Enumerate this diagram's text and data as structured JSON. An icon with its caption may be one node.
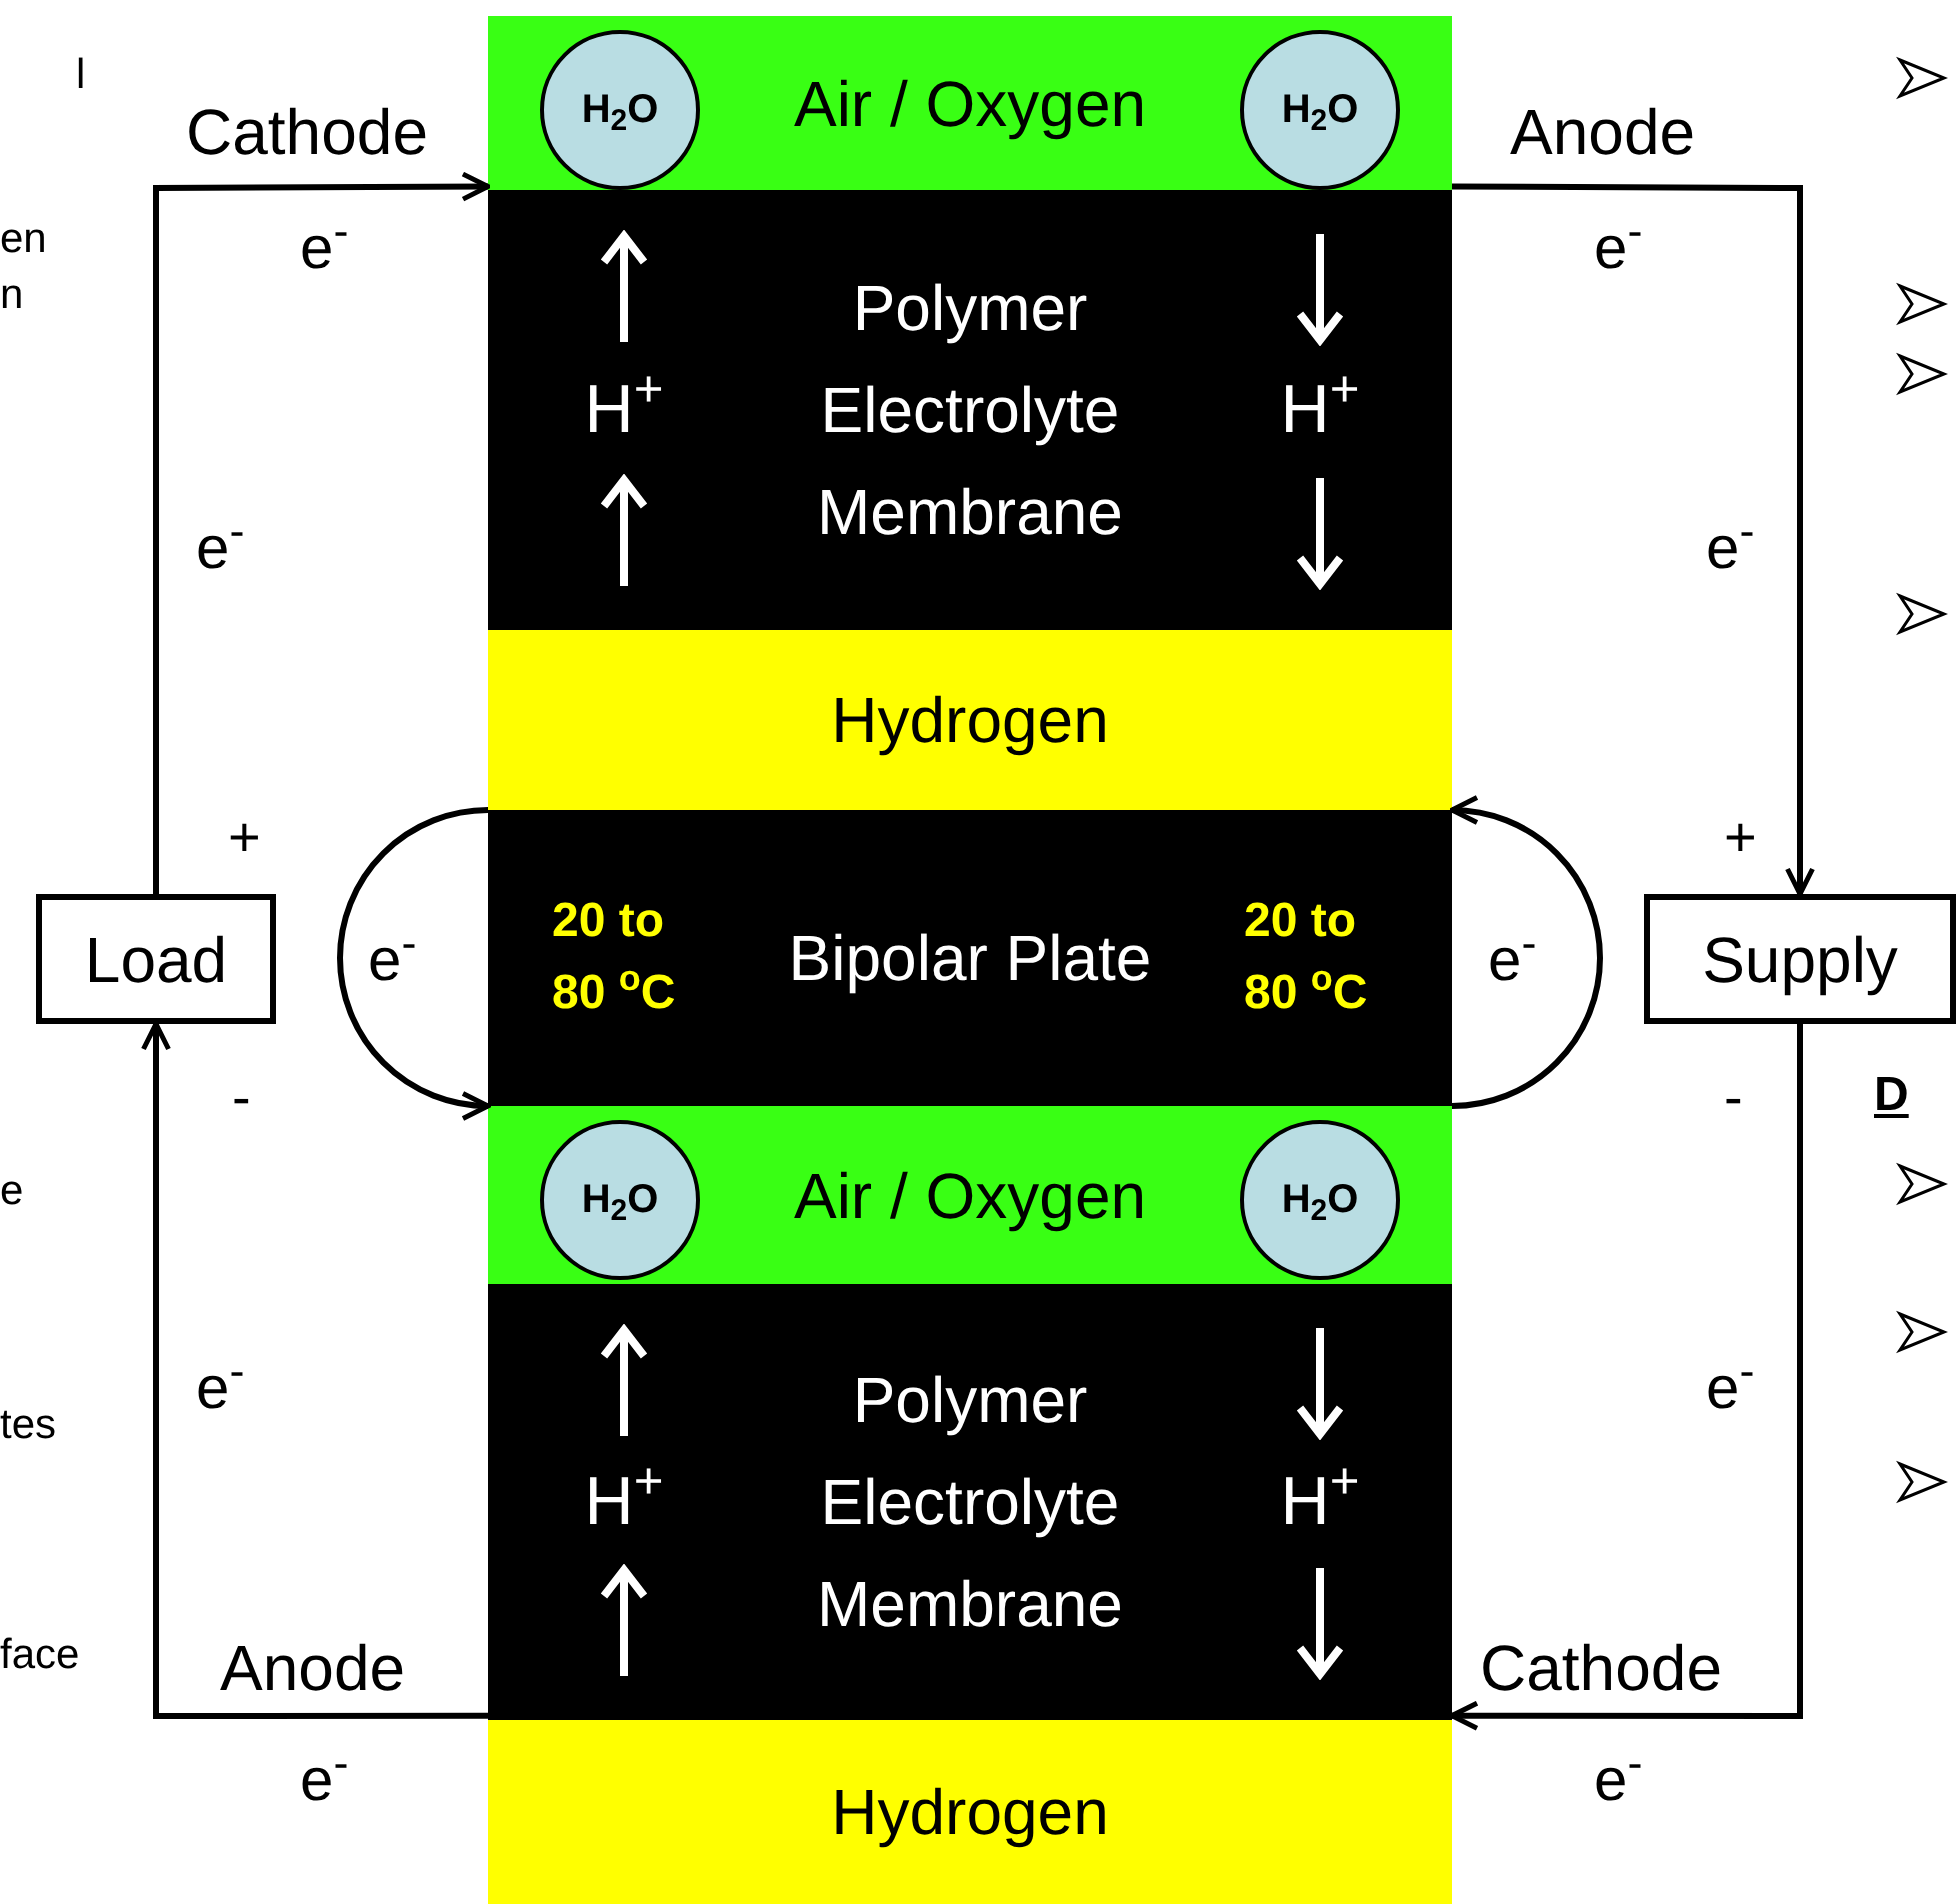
{
  "diagram": {
    "nodes": [
      {
        "text": [
          "Air / Oxygen"
        ]
      },
      {
        "text": [
          "H$_{2}$O"
        ],
        "in": 0
      },
      {
        "text": [
          "H$_{2}$O"
        ],
        "in": 0
      },
      {
        "text": [
          "H$^{+}$",
          "Polymer Electrolyte Membrane",
          "H$^{+}$"
        ]
      },
      {
        "text": [
          "Hydrogen"
        ]
      },
      {
        "text": [
          "20 to 80 $^{o}$C",
          "Bipolar Plate",
          "20 to 80 $^{o}$C"
        ]
      },
      {
        "text": [
          "Air / Oxygen"
        ]
      },
      {
        "text": [
          "H$_{2}$O"
        ],
        "in": 6
      },
      {
        "text": [
          "H$_{2}$O"
        ],
        "in": 6
      },
      {
        "text": [
          "H$^{+}$",
          "Polymer Electrolyte Membrane",
          "H$^{+}$"
        ]
      },
      {
        "text": [
          "Hydrogen"
        ]
      },
      {
        "text": [
          "Load"
        ]
      },
      {
        "text": [
          "Supply"
        ]
      }
    ],
    "edges": [
      {
        "from": 11,
        "to": 0,
        "arrow": "to"
      },
      {
        "from": 9,
        "to": 11,
        "arrow": "to"
      },
      {
        "from": 0,
        "to": 12,
        "arrow": "to"
      },
      {
        "from": 12,
        "to": 9,
        "arrow": "to"
      },
      {
        "from": 4,
        "to": 6,
        "arrow": "to",
        "label": "e$^{-}$"
      },
      {
        "from": 6,
        "to": 4,
        "arrow": "to",
        "label": "e$^{-}$"
      }
    ],
    "labels": [
      "l",
      "Cathode",
      "Anode",
      "en",
      "n",
      "e$^{-}$",
      "e$^{-}$",
      "e$^{-}$",
      "e$^{-}$",
      "+",
      "+",
      "-",
      "-",
      "D",
      "e",
      "e$^{-}$",
      "e$^{-}$",
      "tes",
      "face",
      "Anode",
      "Cathode",
      "e$^{-}$",
      "e$^{-}$"
    ]
  }
}
